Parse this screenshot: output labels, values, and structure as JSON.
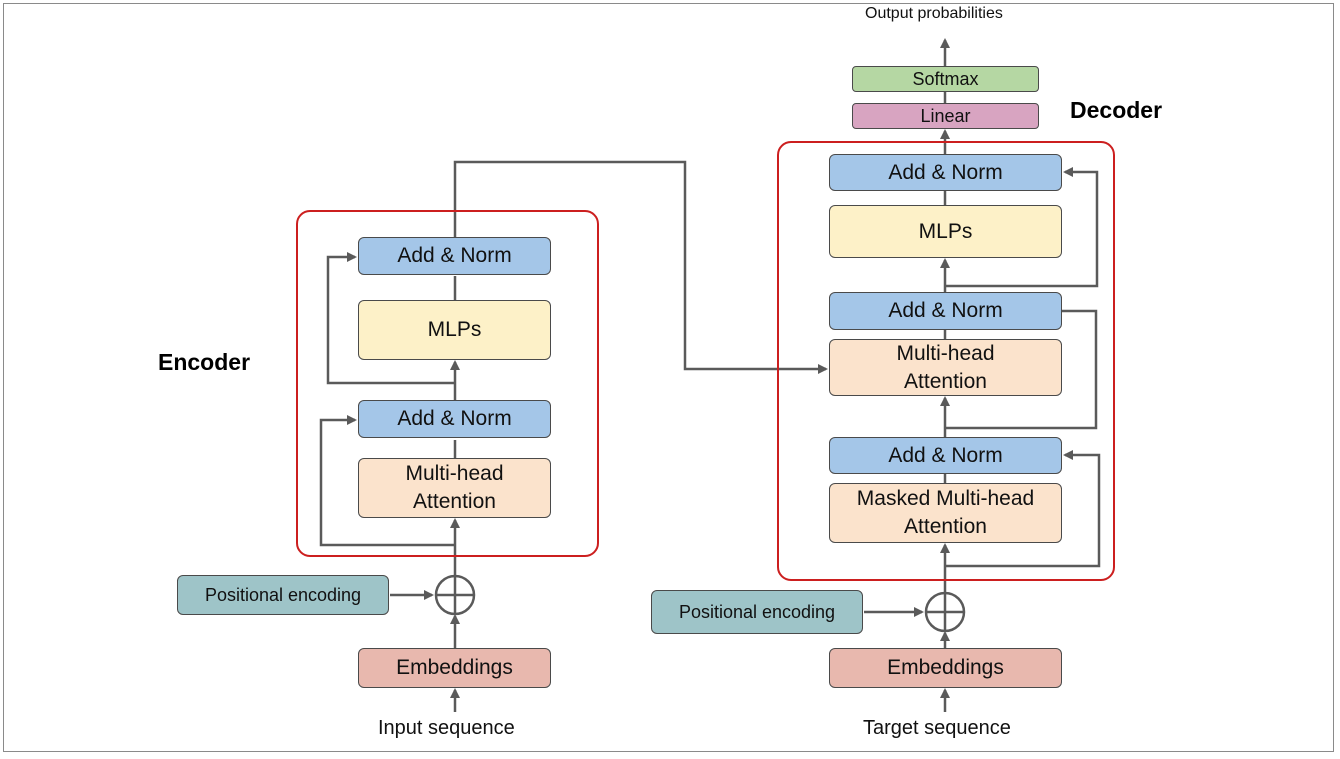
{
  "colors": {
    "add_norm": "#a4c6e8",
    "mlp": "#fdf1c8",
    "attention": "#fbe3cc",
    "embedding": "#e8b8ae",
    "positional": "#9ec4c8",
    "softmax": "#b5d7a3",
    "linear": "#d8a4c1",
    "region_border": "#cc1f1f",
    "arrow": "#5a5a5a"
  },
  "encoder": {
    "title": "Encoder",
    "add_norm_top": "Add & Norm",
    "mlps": "MLPs",
    "add_norm_bottom": "Add & Norm",
    "attention": [
      "Multi-head",
      "Attention"
    ],
    "positional": "Positional encoding",
    "embeddings": "Embeddings",
    "input_label": "Input sequence"
  },
  "decoder": {
    "title": "Decoder",
    "add_norm_top": "Add & Norm",
    "mlps": "MLPs",
    "add_norm_mid": "Add & Norm",
    "cross_attention": [
      "Multi-head",
      "Attention"
    ],
    "add_norm_bottom": "Add & Norm",
    "masked_attention": [
      "Masked Multi-head",
      "Attention"
    ],
    "positional": "Positional encoding",
    "embeddings": "Embeddings",
    "input_label": "Target sequence"
  },
  "head": {
    "linear": "Linear",
    "softmax": "Softmax",
    "output_label": "Output probabilities"
  }
}
